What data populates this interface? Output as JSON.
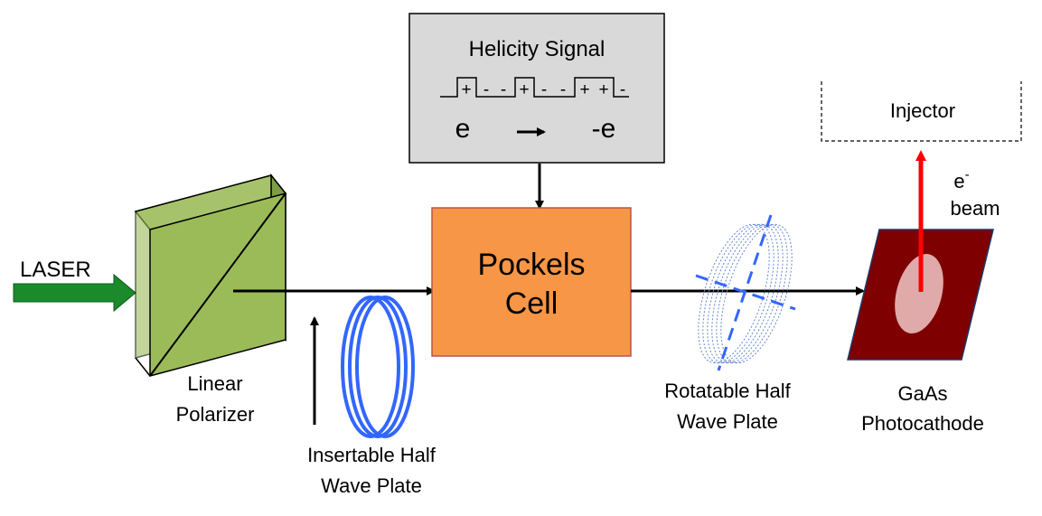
{
  "labels": {
    "laser": "LASER",
    "linear_polarizer_line1": "Linear",
    "linear_polarizer_line2": "Polarizer",
    "insertable_hwp_line1": "Insertable Half",
    "insertable_hwp_line2": "Wave Plate",
    "pockels_line1": "Pockels",
    "pockels_line2": "Cell",
    "rotatable_hwp_line1": "Rotatable Half",
    "rotatable_hwp_line2": "Wave Plate",
    "gaas_line1": "GaAs",
    "gaas_line2": "Photocathode",
    "injector": "Injector",
    "ebeam_e": "e",
    "ebeam_sup": "-",
    "ebeam_beam": "beam"
  },
  "helicity": {
    "title": "Helicity Signal",
    "sequence": [
      "+",
      "-",
      "-",
      "+",
      "-",
      "-",
      "+",
      "+",
      "-"
    ],
    "left_symbol": "e",
    "right_symbol": "-e"
  },
  "colors": {
    "laser_arrow": "#1a8a2a",
    "polarizer": "#9bbb59",
    "pockels": "#f79646",
    "pockels_border": "#c0504d",
    "helicity_box": "#d9d9d9",
    "wave_plate": "#3366ff",
    "rotatable_plate": "#6688cc",
    "photocathode": "#7f0000",
    "spot": "#f2c8c8",
    "electron_beam": "#ff0000"
  }
}
